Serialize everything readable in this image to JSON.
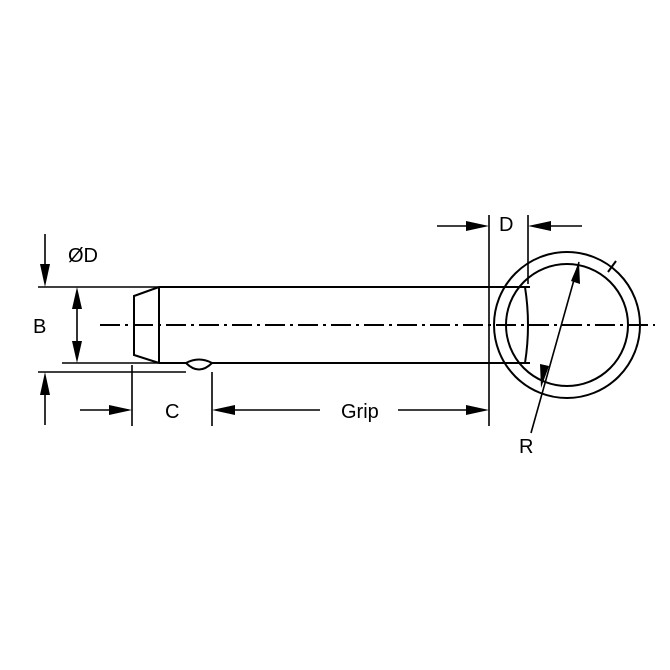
{
  "labels": {
    "diameter_d": "ØD",
    "b": "B",
    "c": "C",
    "grip": "Grip",
    "d": "D",
    "r": "R"
  }
}
